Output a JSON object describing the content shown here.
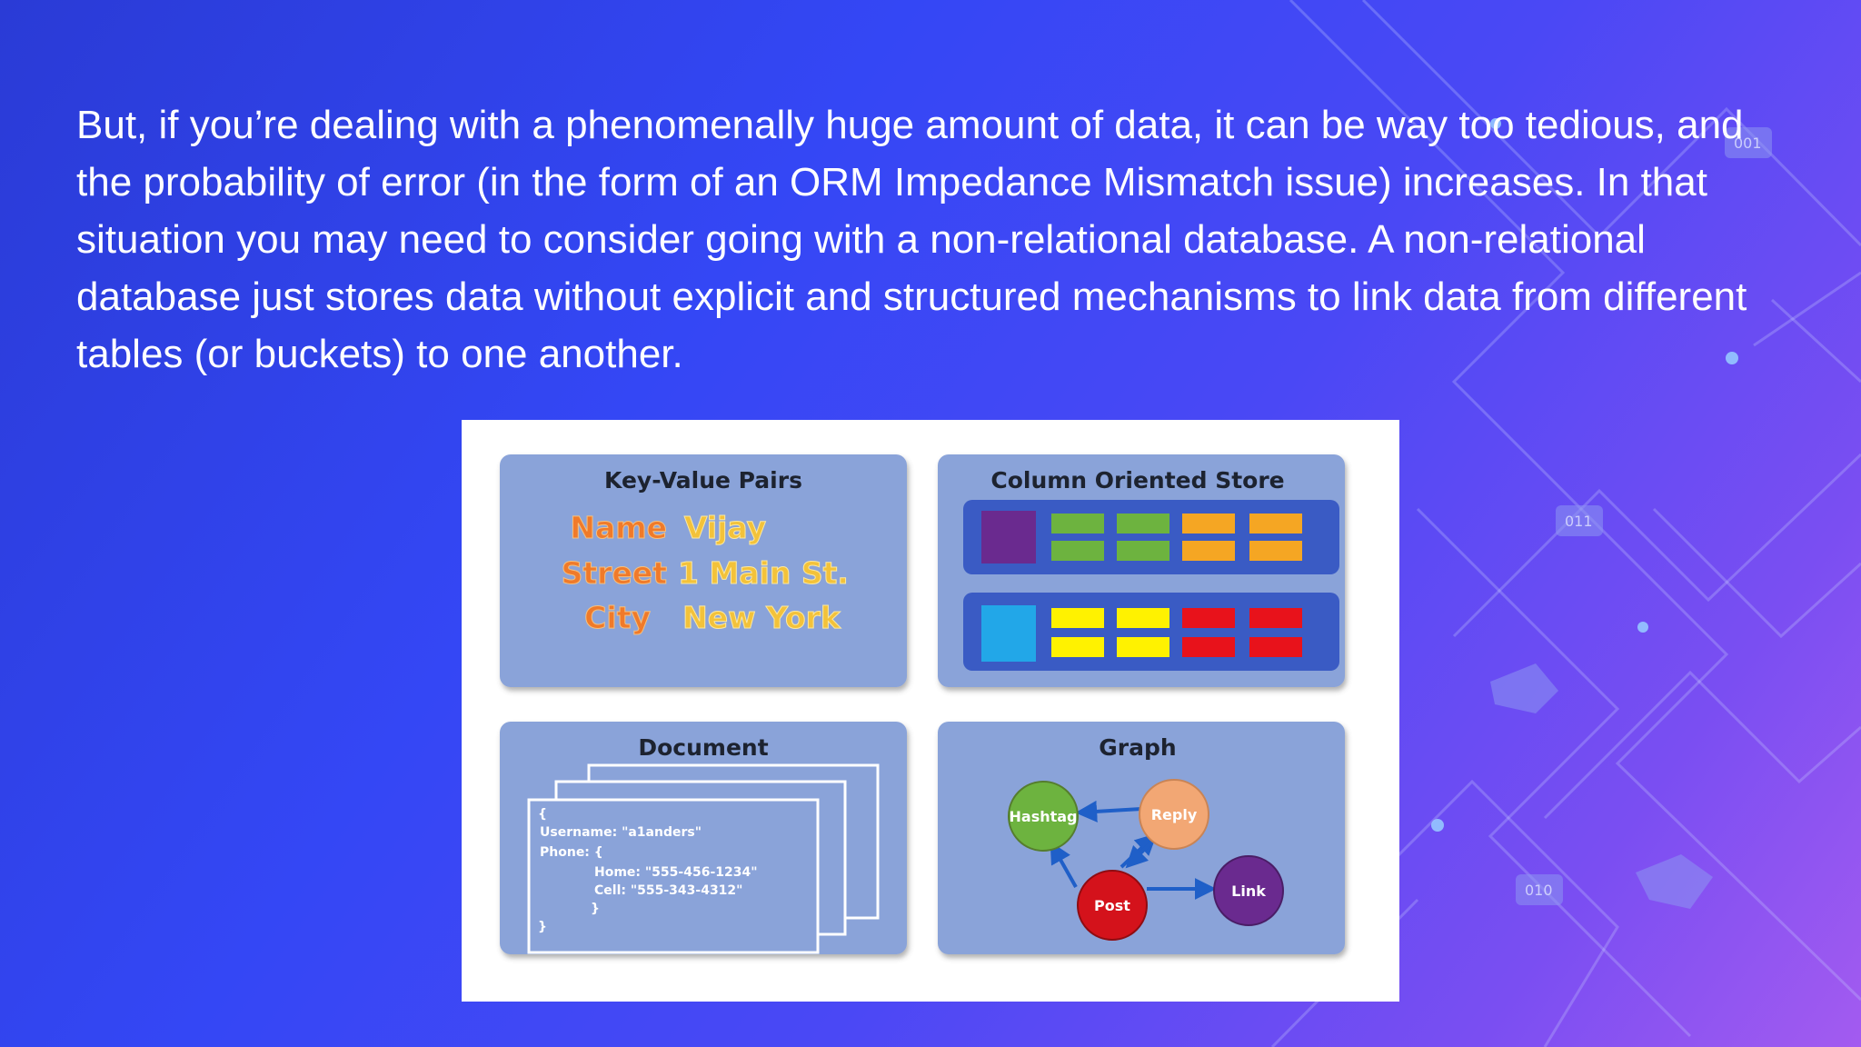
{
  "slide": {
    "paragraph": "But, if you’re dealing with a phenomenally huge amount of data, it can be way too tedious, and the probability of error (in the form of an ORM Impedance Mismatch issue) increases. In that situation you may need to consider going with a non-relational database. A non-relational database just stores data without explicit and structured mechanisms to link data from different tables (or buckets) to one another."
  },
  "background": {
    "binary_tags": [
      "001",
      "011",
      "010"
    ]
  },
  "figure": {
    "key_value": {
      "title": "Key-Value Pairs",
      "rows": [
        {
          "key": "Name",
          "value": "Vijay"
        },
        {
          "key": "Street",
          "value": "1 Main St."
        },
        {
          "key": "City",
          "value": "New York"
        }
      ]
    },
    "column_store": {
      "title": "Column Oriented Store"
    },
    "document": {
      "title": "Document",
      "lines": [
        "{",
        "Username: \"a1anders\"",
        "Phone: {",
        "Home: \"555-456-1234\"",
        "Cell: \"555-343-4312\"",
        "}",
        "}"
      ]
    },
    "graph": {
      "title": "Graph",
      "nodes": {
        "hashtag": "Hashtag",
        "reply": "Reply",
        "post": "Post",
        "link": "Link"
      }
    }
  },
  "colors": {
    "panel": "#8aa3d9",
    "panel_inner": "#3a5bc4",
    "green": "#6db33f",
    "orange": "#f5a623",
    "yellow": "#fff200",
    "red": "#e8121b",
    "purple": "#6a2a8f",
    "cyan": "#22a7e8"
  }
}
